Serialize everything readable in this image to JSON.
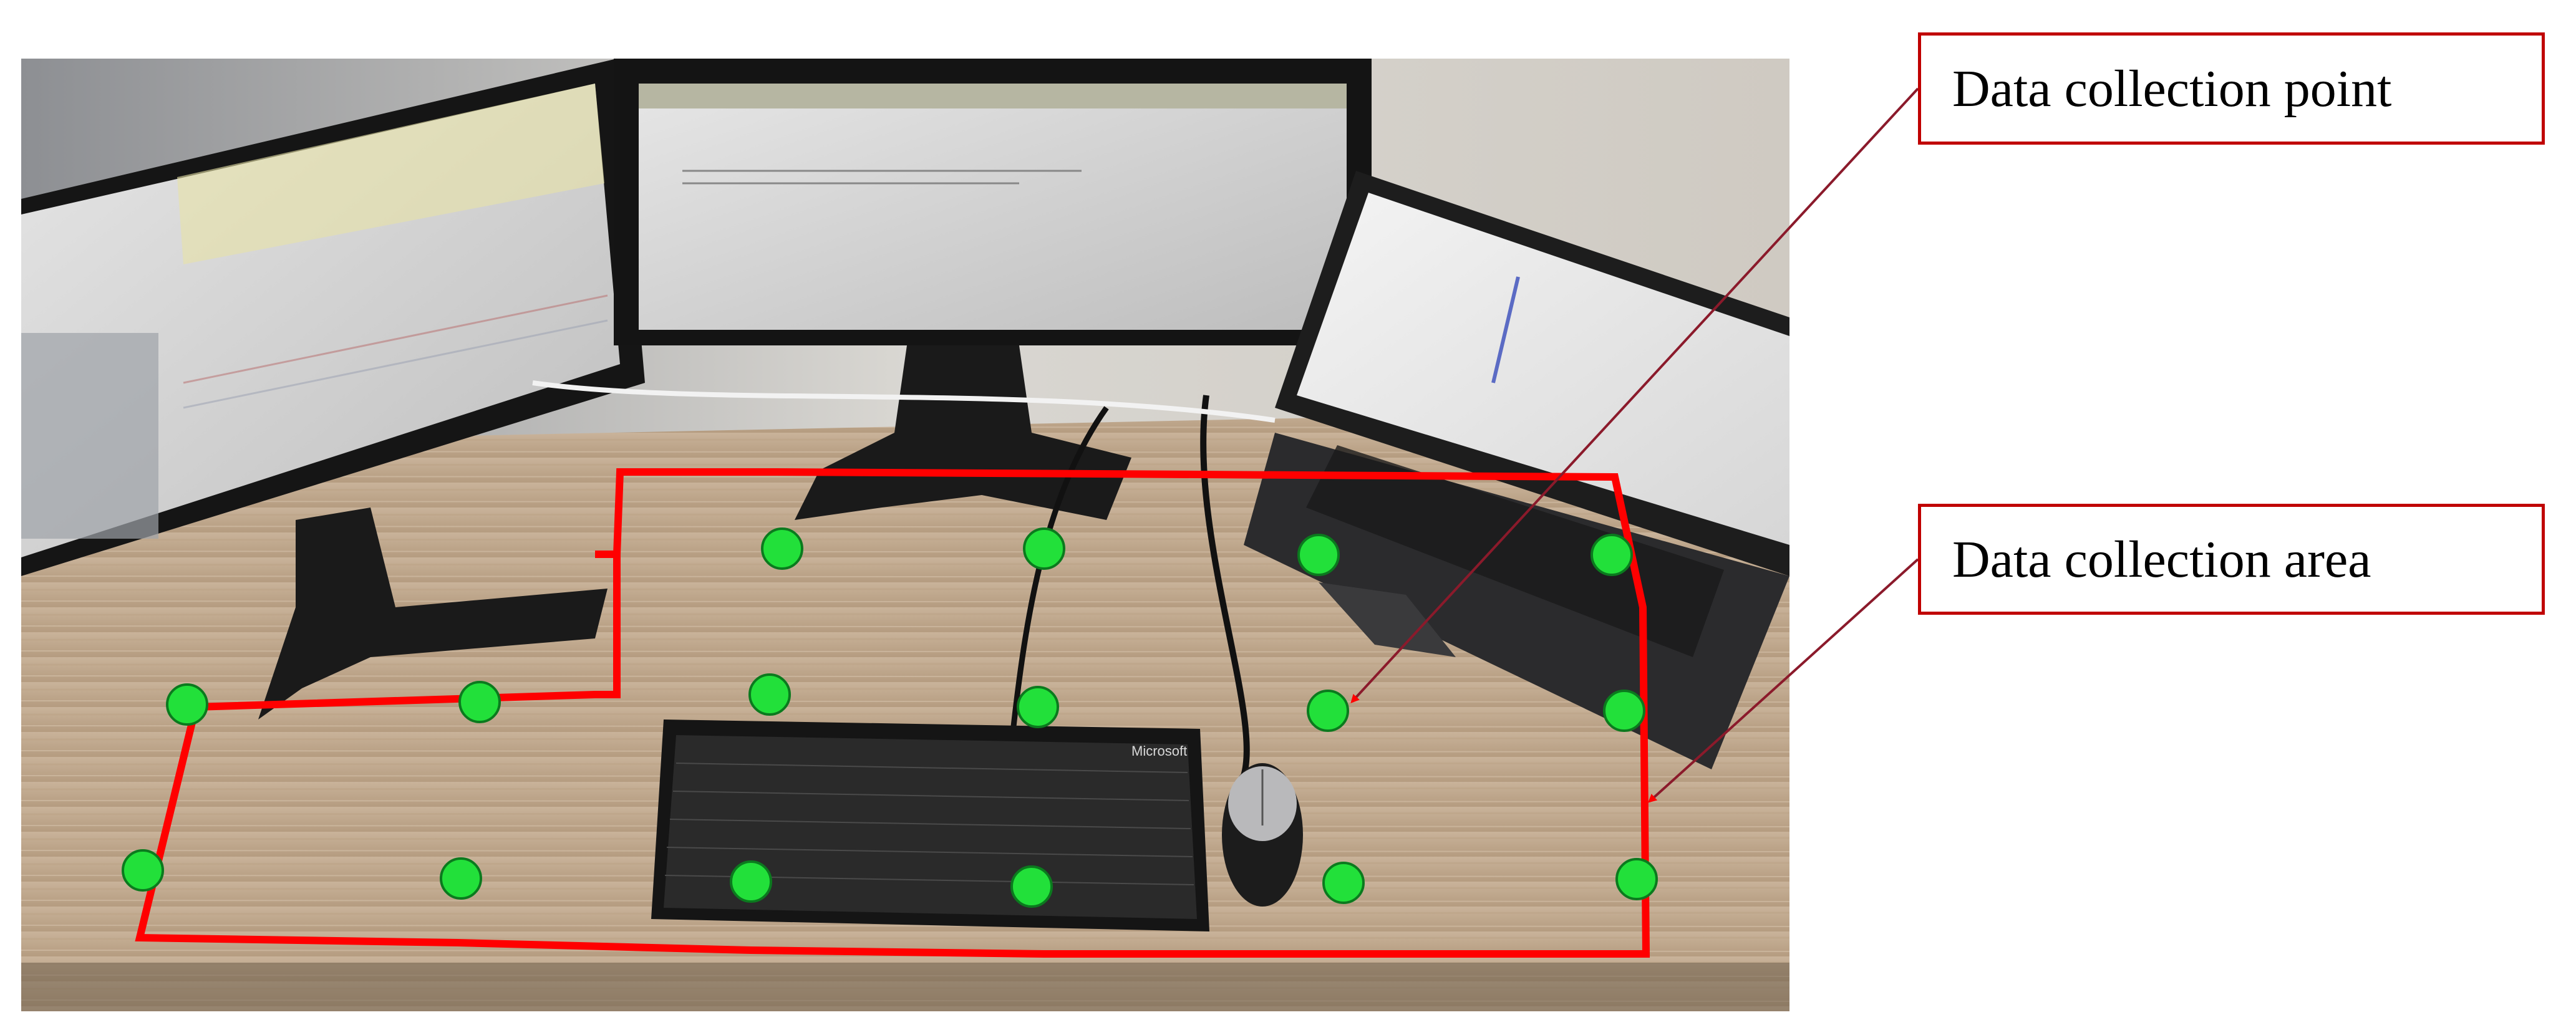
{
  "figure": {
    "callouts": [
      {
        "id": "point",
        "label": "Data collection point"
      },
      {
        "id": "area",
        "label": "Data collection area"
      }
    ],
    "colors": {
      "collection_area_line": "#ff0000",
      "collection_point_fill": "#22e03a",
      "collection_point_stroke": "#0b7a1e",
      "callout_border": "#c00000",
      "leader_line": "#8b1a2b"
    }
  },
  "photo": {
    "brand_label": "Microsoft"
  }
}
